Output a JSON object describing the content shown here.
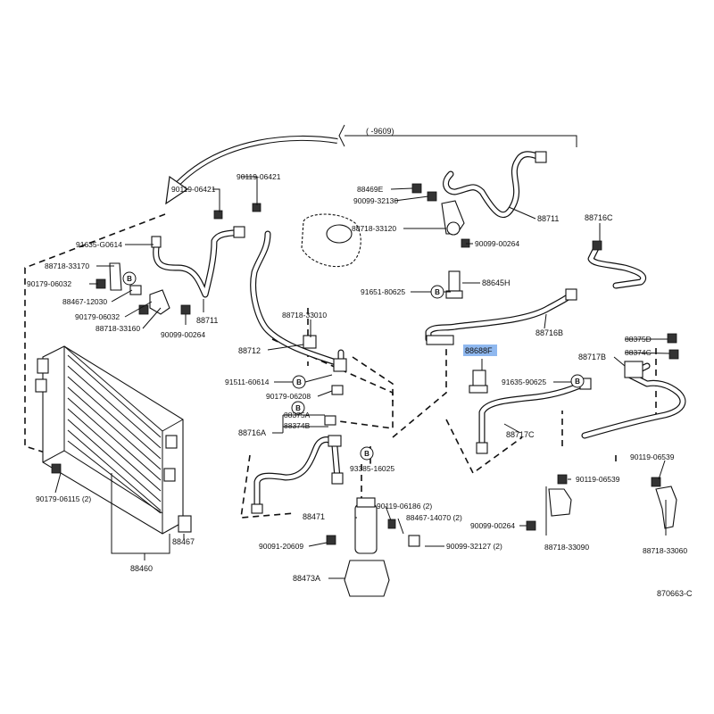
{
  "diagram_code": "870663-C",
  "range_note": "(    -9609)",
  "connector_letter": "B",
  "highlight_color": "#8fb8ef",
  "labels": {
    "p90119_06421_a": "90119-06421",
    "p90119_06421_b": "90119-06421",
    "p91635_G0614": "91635-G0614",
    "p88718_33170": "88718-33170",
    "p90179_06032_a": "90179-06032",
    "p88467_12030": "88467-12030",
    "p90179_06032_b": "90179-06032",
    "p88718_33160": "88718-33160",
    "p90099_00264_a": "90099-00264",
    "p88711_a": "88711",
    "p88711_b": "88711",
    "p88469E": "88469E",
    "p90099_32130": "90099-32130",
    "p88718_33120": "88718-33120",
    "p90099_00264_b": "90099-00264",
    "p88716C": "88716C",
    "p91651_80625": "91651-80625",
    "p88645H": "88645H",
    "p88716B": "88716B",
    "p88718_33010": "88718-33010",
    "p88712": "88712",
    "p91511_60614": "91511-60614",
    "p90179_06208": "90179-06208",
    "p88375A": "88375A",
    "p88374B": "88374B",
    "p88716A": "88716A",
    "p88688F": "88688F",
    "p88375D": "88375D",
    "p88374C": "88374C",
    "p88717B": "88717B",
    "p91635_90625": "91635-90625",
    "p88717C": "88717C",
    "p93385_16025": "93385-16025",
    "p90179_06115": "90179-06115 (2)",
    "p88467": "88467",
    "p88460": "88460",
    "p88471": "88471",
    "p90119_06186": "90119-06186 (2)",
    "p88467_14070": "88467-14070 (2)",
    "p90091_20609": "90091-20609",
    "p90099_32127": "90099-32127 (2)",
    "p88473A": "88473A",
    "p90119_06539_a": "90119-06539",
    "p90119_06539_b": "90119-06539",
    "p90099_00264_c": "90099-00264",
    "p88718_33090": "88718-33090",
    "p88718_33060": "88718-33060"
  }
}
